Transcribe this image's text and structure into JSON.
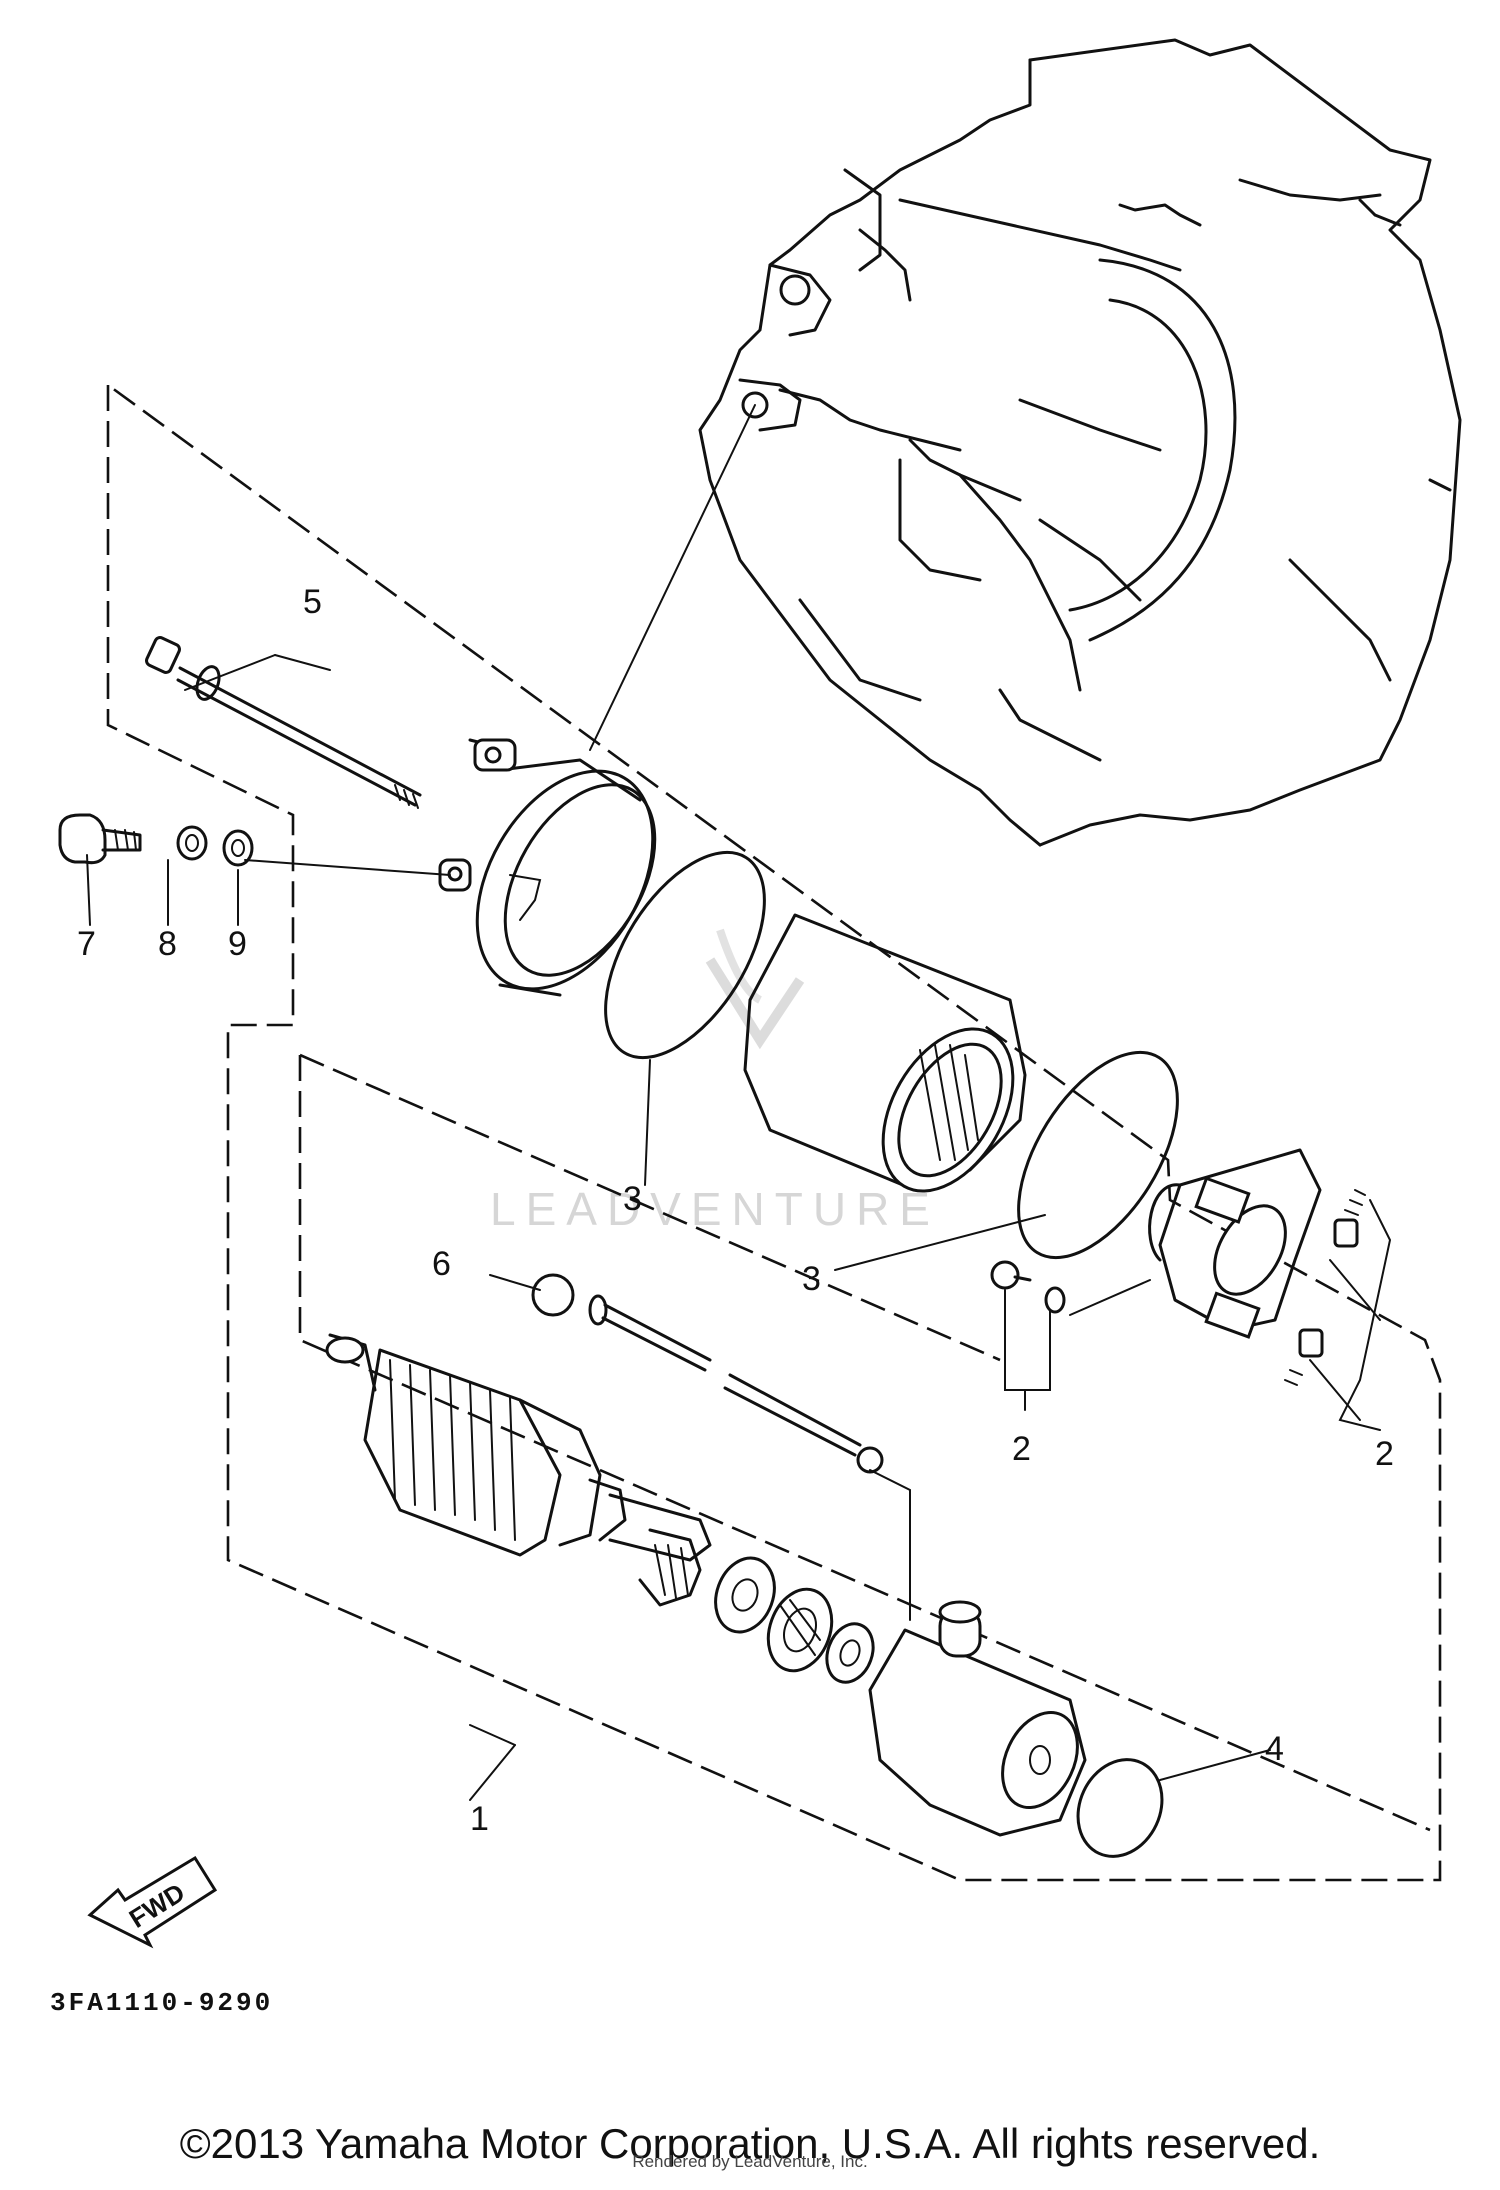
{
  "callouts": {
    "c1": "1",
    "c2a": "2",
    "c2b": "2",
    "c3a": "3",
    "c3b": "3",
    "c4": "4",
    "c5": "5",
    "c6": "6",
    "c7": "7",
    "c8": "8",
    "c9": "9"
  },
  "fwd_label": "FWD",
  "diagram_code": "3FA1110-9290",
  "watermark": "LEADVENTURE",
  "copyright": "©2013 Yamaha Motor Corporation, U.S.A. All rights reserved.",
  "rendered_by": "Rendered by LeadVenture, Inc."
}
